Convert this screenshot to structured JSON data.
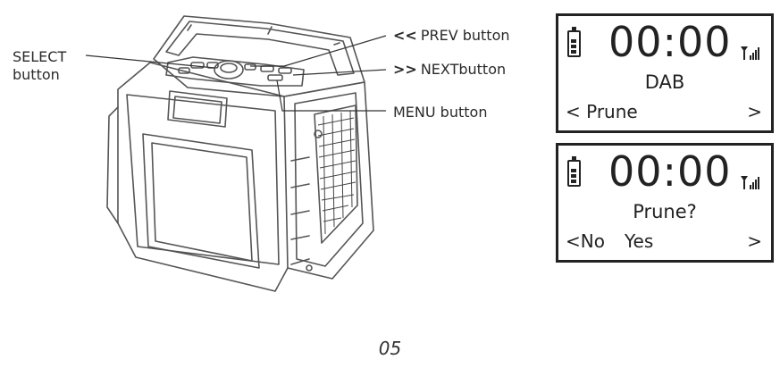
{
  "labels": {
    "select_line1": "SELECT",
    "select_line2": "button",
    "prev_arrow": "<<",
    "prev": "PREV button",
    "next_arrow": ">>",
    "next": "NEXTbutton",
    "menu": "MENU button"
  },
  "screens": [
    {
      "time": "00:00",
      "middle": "DAB",
      "left_arrow": "<",
      "left_text": "Prune",
      "right_arrow": ">"
    },
    {
      "time": "00:00",
      "middle": "Prune?",
      "left_arrow": "<",
      "left_text": "No",
      "yes_text": "Yes",
      "right_arrow": ">"
    }
  ],
  "page_number": "05",
  "icons": [
    "battery-icon",
    "signal-icon"
  ]
}
